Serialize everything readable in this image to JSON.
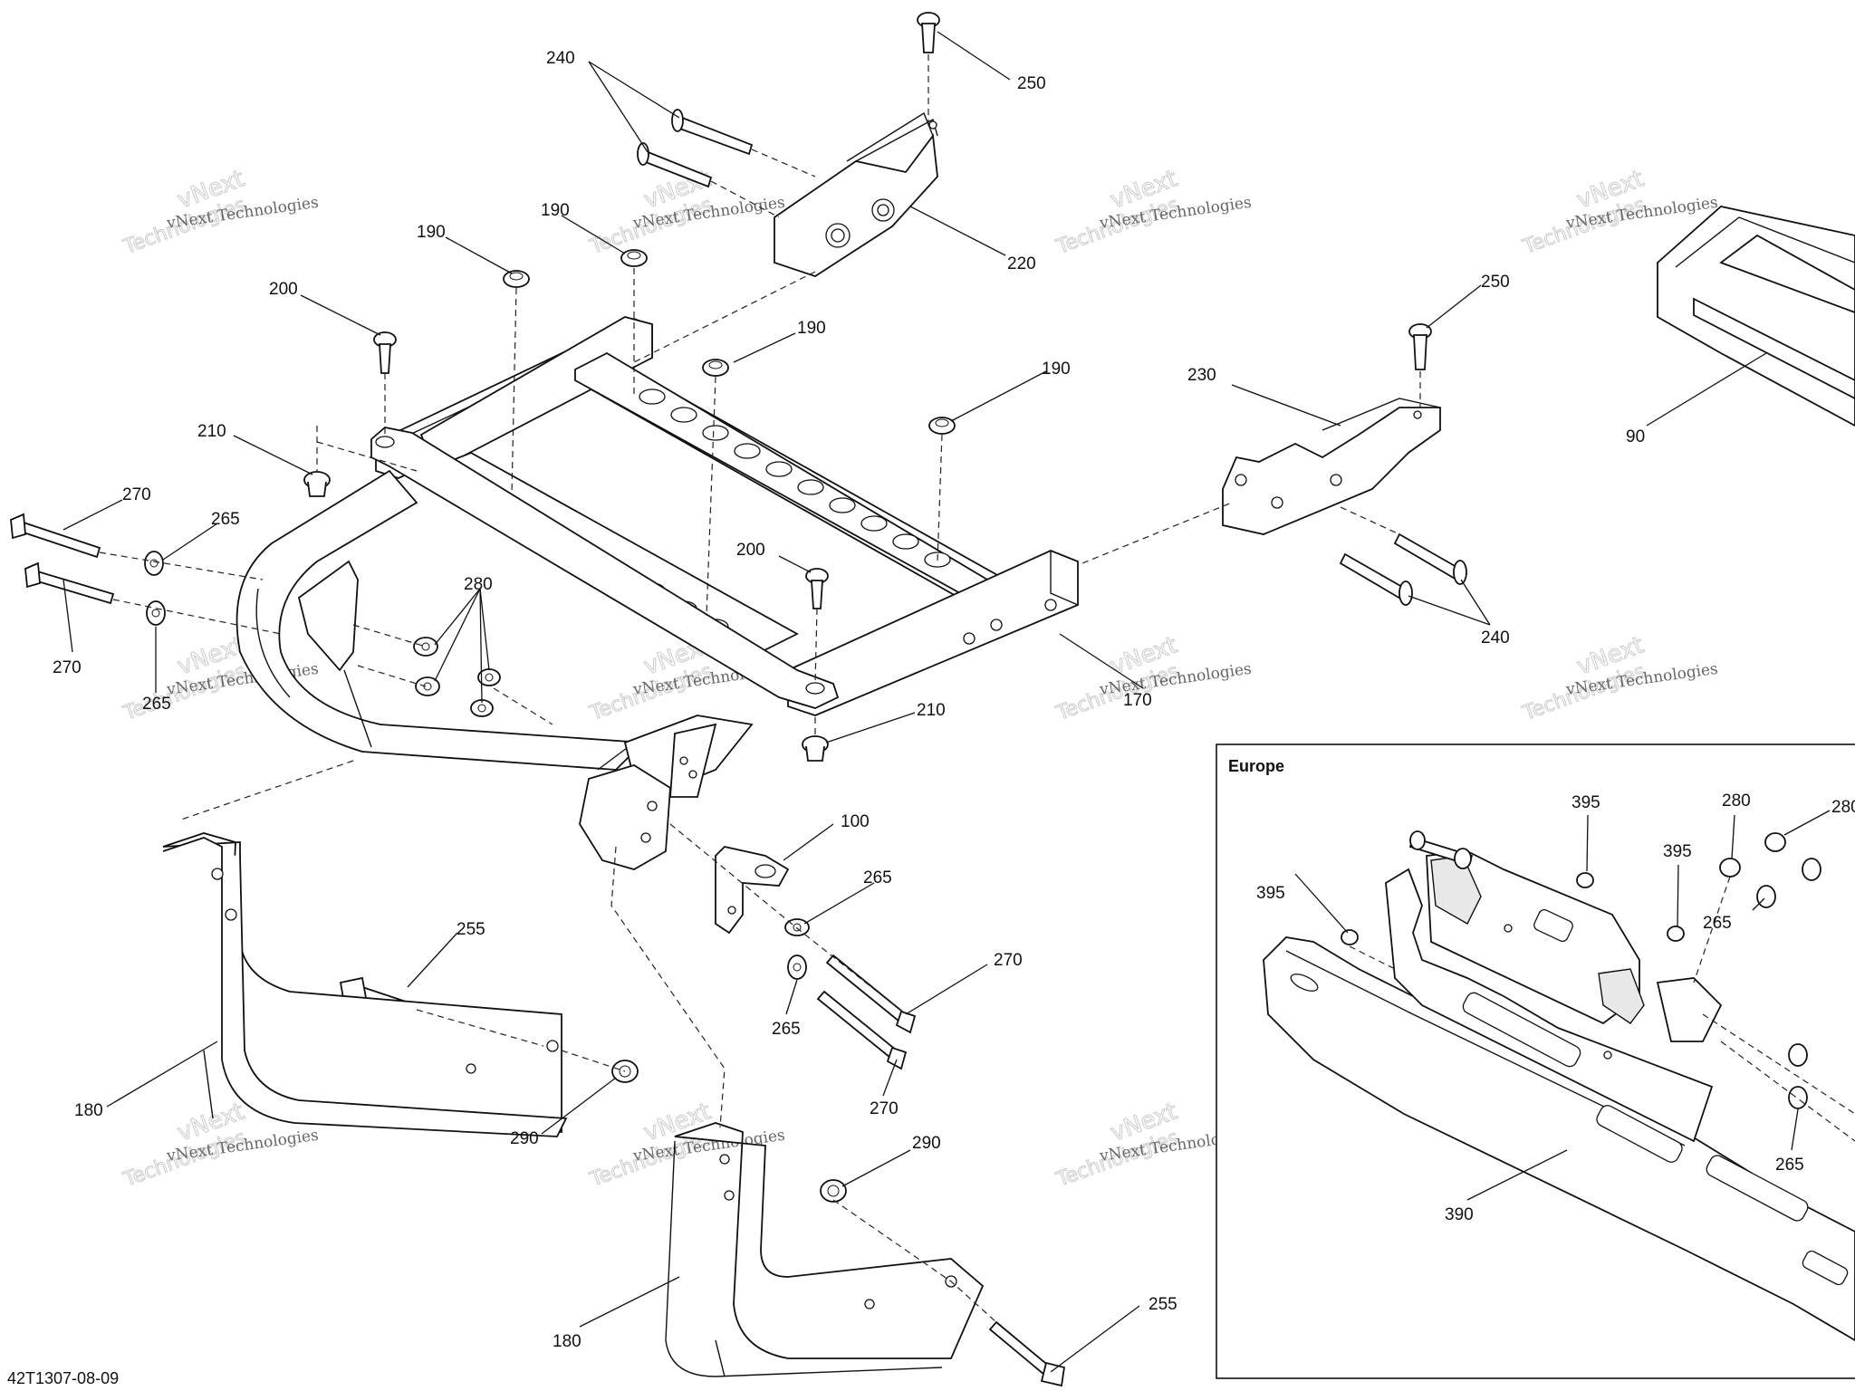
{
  "inset": {
    "title": "Europe"
  },
  "drawing_code": "42T1307-08-09",
  "watermark": {
    "line1": "vNext Technologies",
    "line2": "vNext",
    "line3": "Technologies"
  },
  "callouts": {
    "c240_top": "240",
    "c250_top": "250",
    "c220": "220",
    "c190_a": "190",
    "c190_b": "190",
    "c190_c": "190",
    "c190_d": "190",
    "c200_a": "200",
    "c200_b": "200",
    "c210_a": "210",
    "c210_b": "210",
    "c270_a": "270",
    "c270_b": "270",
    "c270_c": "270",
    "c270_d": "270",
    "c265_a": "265",
    "c265_b": "265",
    "c265_c": "265",
    "c265_d": "265",
    "c280_main": "280",
    "c170": "170",
    "c250_right": "250",
    "c230": "230",
    "c240_right": "240",
    "c90": "90",
    "c100": "100",
    "c255_a": "255",
    "c255_b": "255",
    "c180_a": "180",
    "c180_b": "180",
    "c290_a": "290",
    "c290_b": "290",
    "c395_a": "395",
    "c395_b": "395",
    "c395_c": "395",
    "c280_in_a": "280",
    "c280_in_b": "280",
    "c265_in_a": "265",
    "c265_in_b": "265",
    "c390": "390"
  }
}
